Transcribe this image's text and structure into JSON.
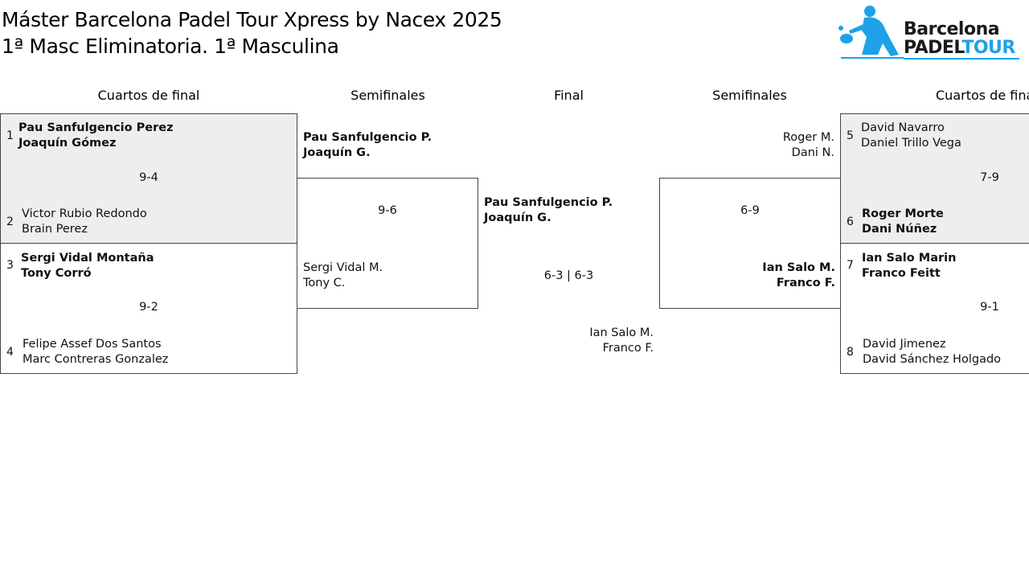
{
  "header": {
    "title_line1": "Máster Barcelona Padel Tour Xpress by Nacex 2025",
    "title_line2": "1ª Masc Eliminatoria. 1ª Masculina",
    "logo": {
      "icon": "padel-player-icon",
      "text_top": "Barcelona",
      "text_bottom_a": "PADEL",
      "text_bottom_b": "TOUR",
      "accent": "#1ea1e8"
    }
  },
  "rounds": {
    "left_qf": "Cuartos de final",
    "left_sf": "Semifinales",
    "final": "Final",
    "right_sf": "Semifinales",
    "right_qf": "Cuartos de final"
  },
  "qf_left": {
    "m1": {
      "a": {
        "seed": "1",
        "p1": "Pau Sanfulgencio Perez",
        "p2": "Joaquín Gómez"
      },
      "score": "9-4",
      "b": {
        "seed": "2",
        "p1": "Victor Rubio Redondo",
        "p2": "Brain Perez"
      }
    },
    "m2": {
      "a": {
        "seed": "3",
        "p1": "Sergi Vidal Montaña",
        "p2": "Tony Corró"
      },
      "score": "9-2",
      "b": {
        "seed": "4",
        "p1": "Felipe Assef Dos Santos",
        "p2": "Marc Contreras Gonzalez"
      }
    }
  },
  "sf_left": {
    "a": {
      "p1": "Pau Sanfulgencio P.",
      "p2": "Joaquín G."
    },
    "score": "9-6",
    "b": {
      "p1": "Sergi Vidal M.",
      "p2": "Tony C."
    }
  },
  "final": {
    "a": {
      "p1": "Pau Sanfulgencio P.",
      "p2": "Joaquín G."
    },
    "score": "6-3 | 6-3",
    "b": {
      "p1": "Ian Salo M.",
      "p2": "Franco F."
    }
  },
  "sf_right": {
    "a": {
      "p1": "Roger M.",
      "p2": "Dani N."
    },
    "score": "6-9",
    "b": {
      "p1": "Ian Salo M.",
      "p2": "Franco F."
    }
  },
  "qf_right": {
    "m1": {
      "a": {
        "seed": "5",
        "p1": "David Navarro",
        "p2": "Daniel Trillo Vega"
      },
      "score": "7-9",
      "b": {
        "seed": "6",
        "p1": "Roger Morte",
        "p2": "Dani Núñez"
      }
    },
    "m2": {
      "a": {
        "seed": "7",
        "p1": "Ian Salo Marin",
        "p2": "Franco Feitt"
      },
      "score": "9-1",
      "b": {
        "seed": "8",
        "p1": "David Jimenez",
        "p2": "David Sánchez Holgado"
      }
    }
  }
}
